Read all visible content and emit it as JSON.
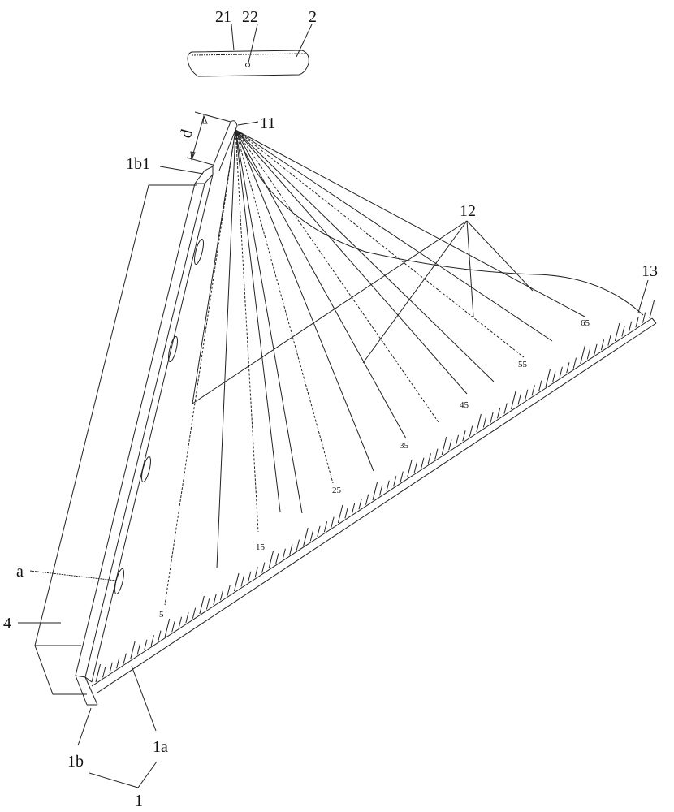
{
  "labels": {
    "part_21": "21",
    "part_22": "22",
    "part_2": "2",
    "dim_d": "d",
    "part_11": "11",
    "part_1b1": "1b1",
    "part_12": "12",
    "part_13": "13",
    "part_a": "a",
    "part_4": "4",
    "part_1b": "1b",
    "part_1a": "1a",
    "part_1": "1"
  },
  "scale_labels": [
    "5",
    "15",
    "25",
    "35",
    "45",
    "55",
    "65"
  ]
}
